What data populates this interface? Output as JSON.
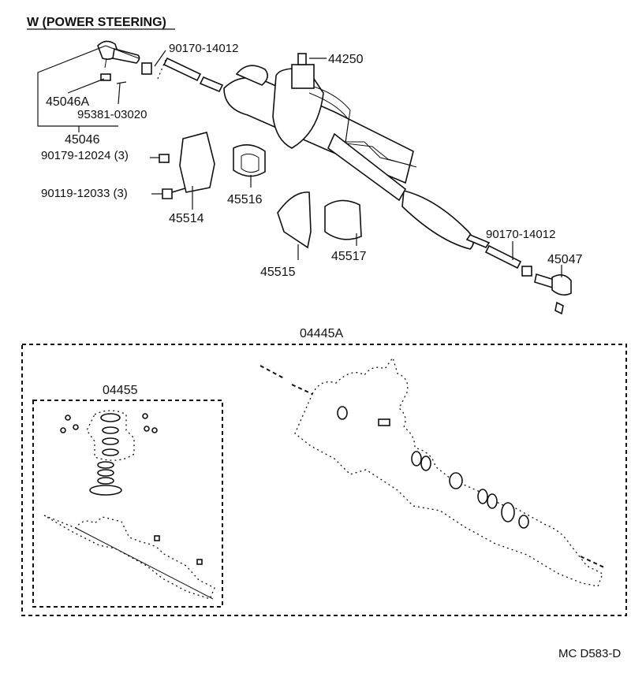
{
  "title": "W (POWER STEERING)",
  "footer_code": "MC D583-D",
  "labels": {
    "p90170_top": "90170-14012",
    "p44250": "44250",
    "p45046A": "45046A",
    "p95381": "95381-03020",
    "p45046": "45046",
    "p90179": "90179-12024 (3)",
    "p90119": "90119-12033 (3)",
    "p45514": "45514",
    "p45516": "45516",
    "p45515": "45515",
    "p45517": "45517",
    "p90170_right": "90170-14012",
    "p45047": "45047",
    "p04445A": "04445A",
    "p04455": "04455"
  }
}
